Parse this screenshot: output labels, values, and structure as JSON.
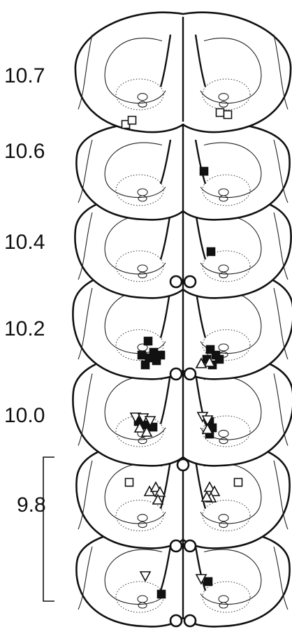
{
  "figure": {
    "levels": [
      {
        "label": "10.7"
      },
      {
        "label": "10.6"
      },
      {
        "label": "10.4"
      },
      {
        "label": "10.2"
      },
      {
        "label": "10.0"
      },
      {
        "label": "9.8"
      }
    ],
    "marker_types": {
      "open_square": {
        "fill": "#ffffff",
        "stroke": "#111111"
      },
      "filled_square": {
        "fill": "#111111",
        "stroke": "#111111"
      },
      "open_triangle": {
        "fill": "#ffffff",
        "stroke": "#111111"
      },
      "open_triangle_down": {
        "fill": "#ffffff",
        "stroke": "#111111"
      }
    },
    "colors": {
      "ink": "#111111",
      "background": "#ffffff"
    }
  }
}
